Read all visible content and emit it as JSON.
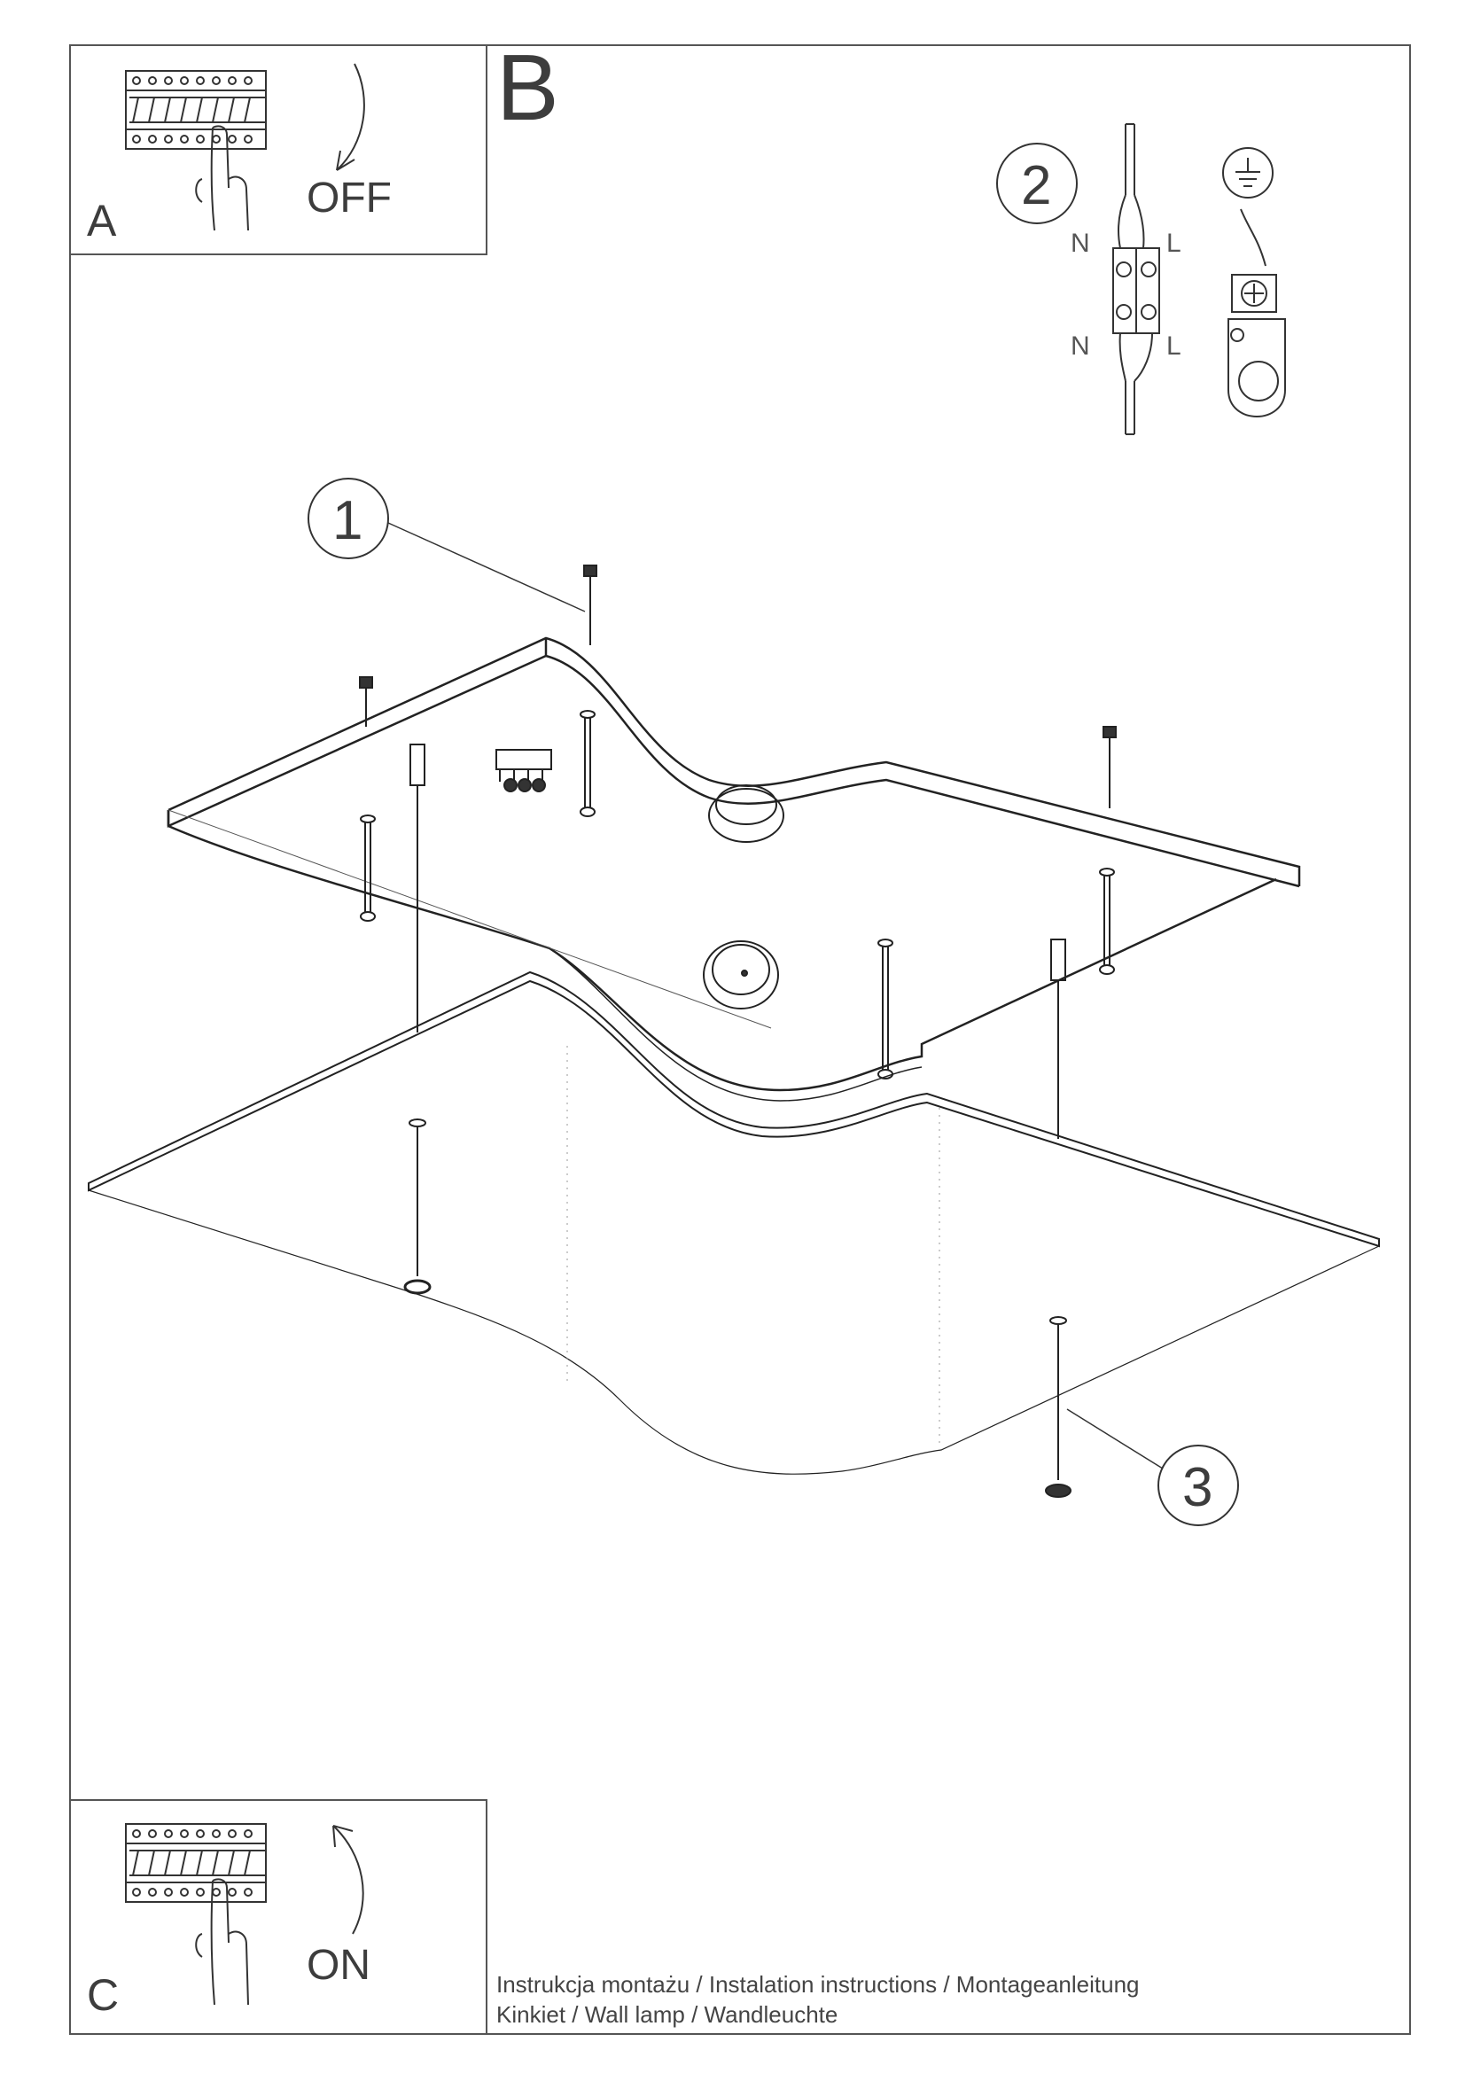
{
  "steps": {
    "a": {
      "letter": "A",
      "state": "OFF"
    },
    "b": {
      "letter": "B"
    },
    "c": {
      "letter": "C",
      "state": "ON"
    }
  },
  "callouts": [
    "1",
    "2",
    "3"
  ],
  "wiring": {
    "neutral": "N",
    "live": "L",
    "earth_icon": "ground-symbol-icon"
  },
  "footer": {
    "line1": "Instrukcja montażu / Instalation instructions / Montageanleitung",
    "line2": "Kinkiet  / Wall lamp / Wandleuchte"
  }
}
